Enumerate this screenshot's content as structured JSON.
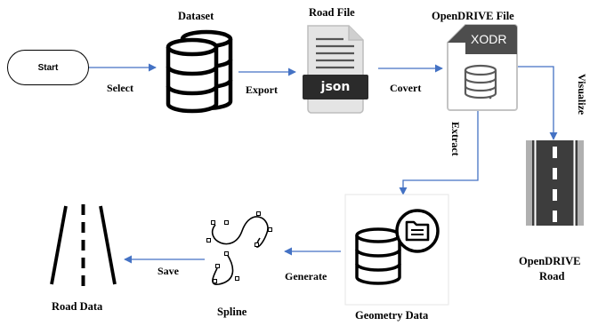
{
  "nodes": {
    "start": "Start",
    "dataset": "Dataset",
    "road_file": "Road File",
    "road_file_badge": "json",
    "opendrive_file": "OpenDRIVE File",
    "opendrive_file_badge": "XODR",
    "opendrive_road_line1": "OpenDRIVE",
    "opendrive_road_line2": "Road",
    "geometry_data": "Geometry Data",
    "spline": "Spline",
    "road_data": "Road Data"
  },
  "edges": {
    "select": "Select",
    "export": "Export",
    "covert": "Covert",
    "visualize": "Visualize",
    "extract": "Extract",
    "generate": "Generate",
    "save": "Save"
  },
  "colors": {
    "arrow": "#4472c4",
    "ink": "#000000",
    "road_asphalt": "#3d3d3d",
    "road_edge": "#b0b0b0",
    "file_header": "#2b2b2b",
    "icon_gray": "#c8c8c8"
  },
  "icons": [
    "database-icon",
    "json-file-icon",
    "xodr-file-icon",
    "road-icon",
    "folder-database-icon",
    "spline-icon",
    "road-lines-icon"
  ]
}
